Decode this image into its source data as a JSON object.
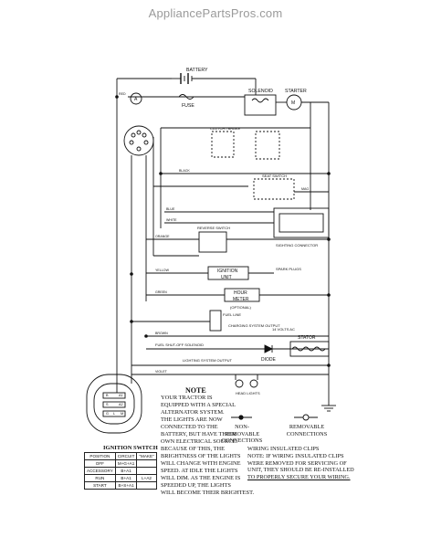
{
  "watermark": "AppliancePartsPros.com",
  "diagram": {
    "labels": {
      "battery": "BATTERY",
      "solenoid": "SOLENOID",
      "starter": "STARTER",
      "fuse": "FUSE",
      "ammeter": "A",
      "clutch_brake": "CLUTCH / BRAKE",
      "seat_switch": "SEAT SWITCH",
      "sighting_connector": "SIGHTING CONNECTOR",
      "reverse_switch": "REVERSE SWITCH",
      "ignition_unit_1": "IGNITION",
      "ignition_unit_2": "UNIT",
      "spark_plugs": "SPARK PLUGS",
      "hour_meter_1": "HOUR",
      "hour_meter_2": "METER",
      "optional": "(OPTIONAL)",
      "fuel_line": "FUEL LINE",
      "charging_output": "CHARGING SYSTEM OUTPUT",
      "diode": "DIODE",
      "stator": "STATOR",
      "volts_ac": "14 VOLTS AC",
      "fuel_shutoff": "FUEL SHUT-OFF SOLENOID",
      "lighting_output": "LIGHTING SYSTEM OUTPUT",
      "head_lights": "HEAD LIGHTS",
      "symbol_m": "M",
      "wire_red": "RED",
      "wire_black": "BLACK",
      "wire_blue": "BLUE",
      "wire_white": "WHITE",
      "wire_yellow": "YELLOW",
      "wire_green": "GREEN",
      "wire_brown": "BROWN",
      "wire_violet": "VIOLET",
      "wire_orange": "ORANGE",
      "mag": "MAG"
    }
  },
  "note": {
    "title": "NOTE",
    "lines": [
      "YOUR TRACTOR IS",
      "EQUIPPED WITH A SPECIAL",
      "ALTERNATOR SYSTEM.",
      "THE LIGHTS ARE NOW",
      "CONNECTED TO THE",
      "BATTERY, BUT HAVE THEIR",
      "OWN ELECTRICAL SOURCE.",
      "BECAUSE OF THIS, THE",
      "BRIGHTNESS OF THE LIGHTS",
      "WILL CHANGE WITH ENGINE",
      "SPEED. AT IDLE THE LIGHTS",
      "WILL DIM. AS THE ENGINE IS",
      "SPEEDED UP, THE LIGHTS",
      "WILL BECOME THEIR BRIGHTEST."
    ]
  },
  "legend": {
    "non_removable_1": "NON-REMOVABLE",
    "non_removable_2": "CONNECTIONS",
    "removable_1": "REMOVABLE",
    "removable_2": "CONNECTIONS"
  },
  "wiring": {
    "title": "WIRING INSULATED CLIPS",
    "lines": [
      "NOTE:  IF WIRING INSULATED CLIPS",
      "WERE REMOVED FOR SERVICING OF",
      "UNIT, THEY SHOULD BE RE-INSTALLED",
      "TO PROPERLY SECURE YOUR WIRING."
    ]
  },
  "ignition_switch": {
    "title": "IGNITION SWITCH",
    "terminals": [
      "B",
      "A1",
      "S",
      "A2",
      "G",
      "L",
      "M"
    ],
    "headers": [
      "POSITION",
      "CIRCUIT",
      "\"MAKE\""
    ],
    "rows": [
      [
        "OFF",
        "M+G+A1",
        ""
      ],
      [
        "ACCESSORY",
        "B+A1",
        ""
      ],
      [
        "RUN",
        "B+A1",
        "L+A2"
      ],
      [
        "START",
        "B+S+A1",
        ""
      ]
    ]
  }
}
